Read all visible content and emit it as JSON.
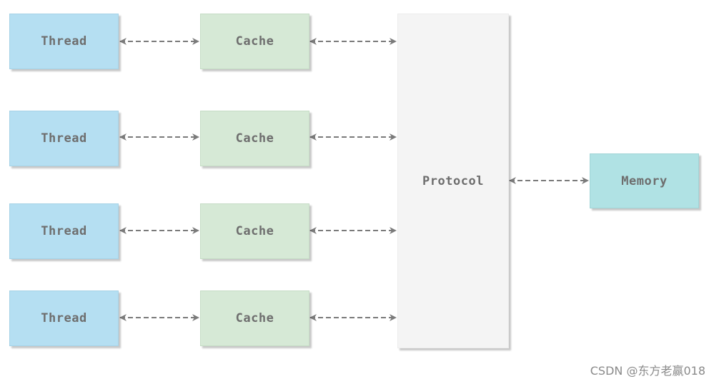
{
  "diagram": {
    "threads": [
      "Thread",
      "Thread",
      "Thread",
      "Thread"
    ],
    "caches": [
      "Cache",
      "Cache",
      "Cache",
      "Cache"
    ],
    "protocol": "Protocol",
    "memory": "Memory",
    "connector_style": "dashed-bidirectional-arrow",
    "colors": {
      "thread": "#b5dff2",
      "cache": "#d6e9d6",
      "protocol": "#f4f4f4",
      "memory": "#b0e2e4",
      "arrow": "#7a7a7a",
      "label": "#6e6e6e"
    }
  },
  "watermark": "CSDN @东方老赢018"
}
